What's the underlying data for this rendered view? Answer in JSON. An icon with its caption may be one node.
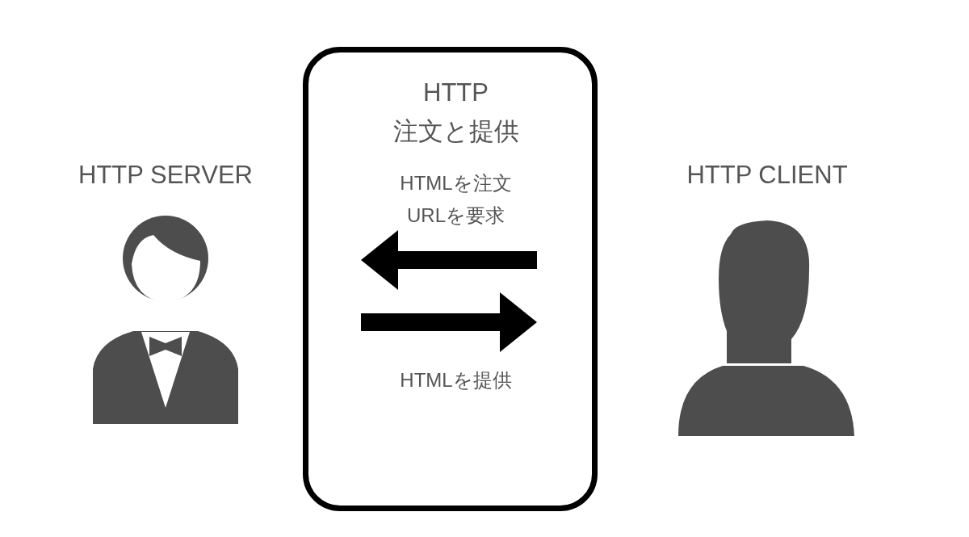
{
  "diagram": {
    "nodes": [
      {
        "text": [
          "HTTP SERVER"
        ]
      },
      {
        "text": [
          "HTTP 注文と提供",
          "HTMLを注文 URLを要求",
          "HTMLを提供"
        ]
      },
      {
        "text": [
          "HTTP CLIENT"
        ]
      }
    ]
  }
}
